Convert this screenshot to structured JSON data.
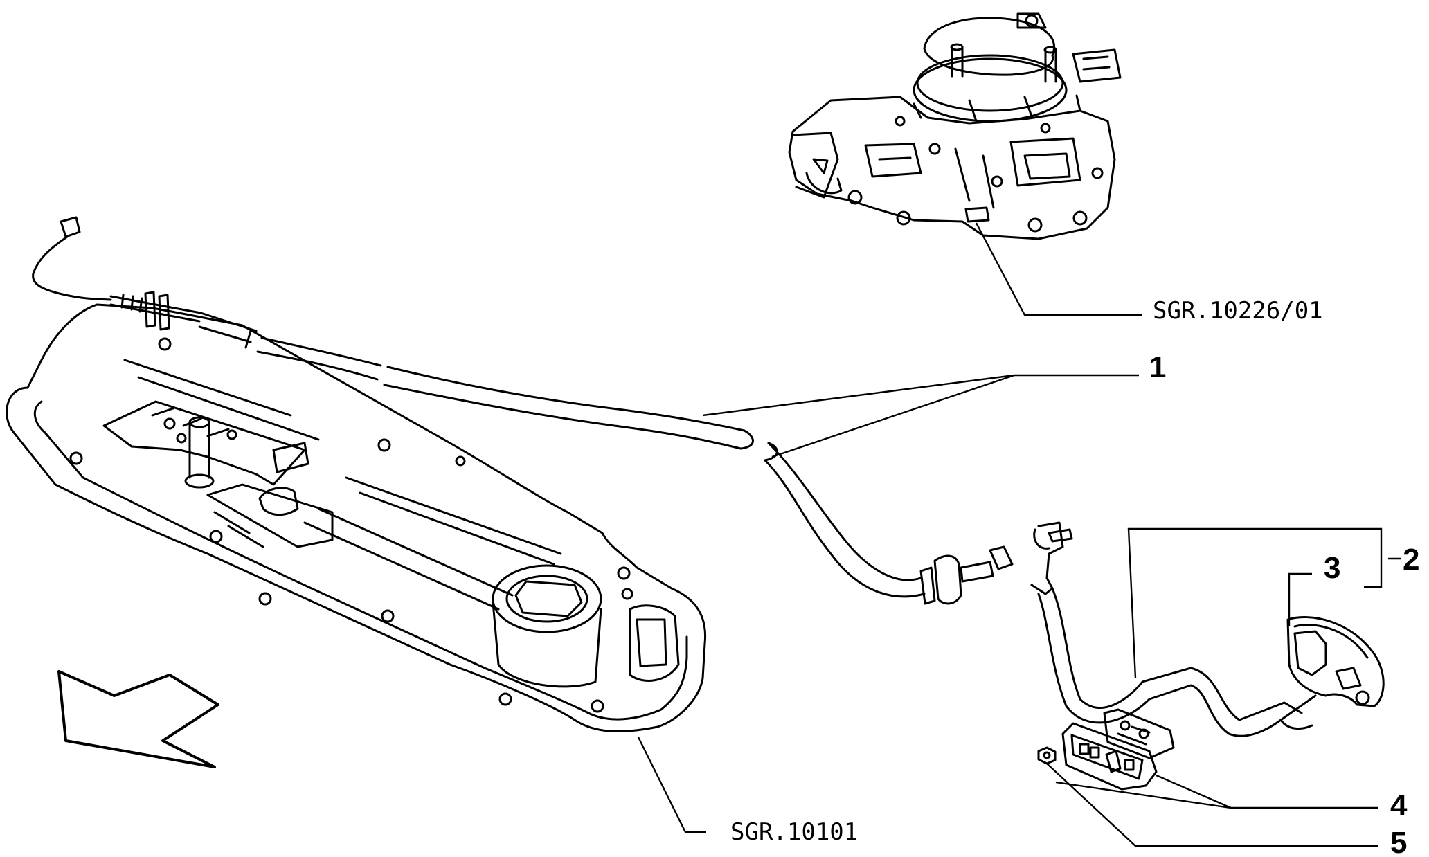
{
  "references": {
    "carburetor": "SGR.10226/01",
    "valve_cover": "SGR.10101"
  },
  "callouts": {
    "c1": "1",
    "c2": "2",
    "c3": "3",
    "c4": "4",
    "c5": "5"
  }
}
